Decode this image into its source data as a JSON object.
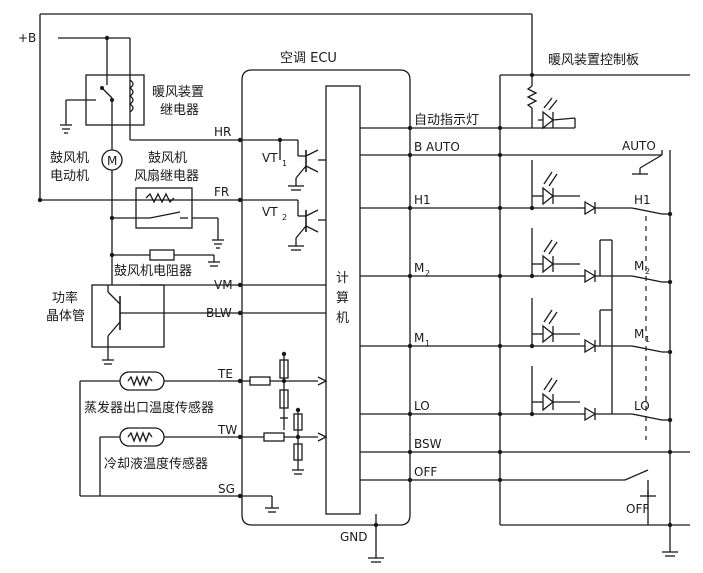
{
  "labels": {
    "battery": "+B",
    "ecu_title": "空调 ECU",
    "panel_title": "暖风装置控制板",
    "heater_relay_1": "暖风装置",
    "heater_relay_2": "继电器",
    "blower_motor_1": "鼓风机",
    "blower_motor_2": "电动机",
    "motor_symbol": "M",
    "fan_relay_1": "鼓风机",
    "fan_relay_2": "风扇继电器",
    "blower_resistor": "鼓风机电阻器",
    "power_transistor_1": "功率",
    "power_transistor_2": "晶体管",
    "evap_sensor": "蒸发器出口温度传感器",
    "coolant_sensor": "冷却液温度传感器",
    "cpu_1": "计",
    "cpu_2": "算",
    "cpu_3": "机",
    "vt1": "VT",
    "vt1_sub": "1",
    "vt2": "VT",
    "vt2_sub": "2"
  },
  "pins": {
    "hr": "HR",
    "fr": "FR",
    "vm": "VM",
    "blw": "BLW",
    "te": "TE",
    "tw": "TW",
    "sg": "SG",
    "gnd": "GND"
  },
  "outputs": {
    "auto_lamp": "自动指示灯",
    "b_auto": "B  AUTO",
    "h1": "H1",
    "m2": "M",
    "m2_sub": "2",
    "m1": "M",
    "m1_sub": "1",
    "lo": "LO",
    "bsw": "BSW",
    "off": "OFF"
  },
  "switches": {
    "auto": "AUTO",
    "h1": "H1",
    "m2": "M",
    "m2_sub": "2",
    "m1": "M",
    "m1_sub": "1",
    "lo": "LO",
    "off": "OFF"
  }
}
